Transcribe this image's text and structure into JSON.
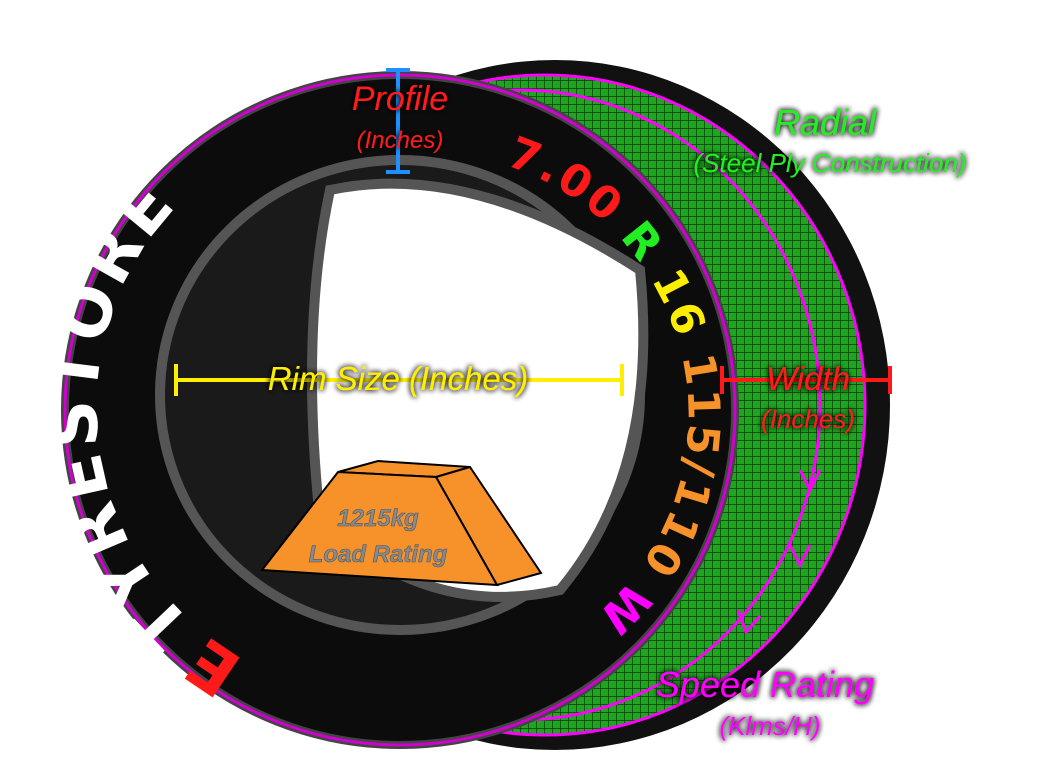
{
  "brand": {
    "first_letter": "E",
    "rest": "TYRESTORE"
  },
  "size_code": {
    "width": "7.00",
    "construction": "R",
    "rim": "16",
    "load_index": "115/110",
    "speed": "W"
  },
  "labels": {
    "profile": "Profile",
    "profile_unit": "(Inches)",
    "radial": "Radial",
    "radial_sub": "(Steel Ply Construction)",
    "rim_size": "Rim Size (Inches)",
    "width": "Width",
    "width_unit": "(Inches)",
    "speed_rating": "Speed Rating",
    "speed_unit": "(Klms/H)",
    "load_value": "1215kg",
    "load_label": "Load Rating"
  },
  "colors": {
    "profile": "#ff1a1a",
    "radial": "#22ee22",
    "rim": "#ffee00",
    "width": "#ff1a1a",
    "speed": "#ff00ff",
    "load": "#f7922b"
  }
}
